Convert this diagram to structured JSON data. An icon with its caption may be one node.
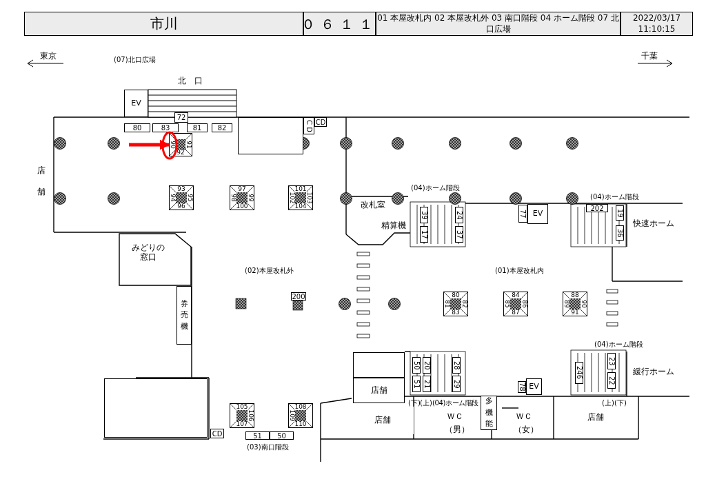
{
  "diagram": {
    "title": "市川",
    "nodes": [
      {
        "text": [
          "EV"
        ]
      },
      {
        "text": [
          "72"
        ]
      },
      {
        "text": [
          "80"
        ]
      },
      {
        "text": [
          "83"
        ]
      },
      {
        "text": [
          "81"
        ]
      },
      {
        "text": [
          "82"
        ]
      },
      {
        "text": [],
        "shape": "box"
      },
      {
        "text": [
          "C D"
        ]
      },
      {
        "text": [
          "CD"
        ]
      },
      {
        "text": [
          "90",
          "91",
          "92"
        ]
      },
      {
        "text": [
          "93",
          "94",
          "95",
          "96"
        ]
      },
      {
        "text": [
          "97",
          "98",
          "99",
          "100"
        ]
      },
      {
        "text": [
          "101",
          "102",
          "103",
          "104"
        ]
      },
      {
        "text": [
          "みどりの窓口"
        ]
      },
      {
        "text": [
          "券売機"
        ]
      },
      {
        "text": [
          "200"
        ]
      },
      {
        "text": [
          "39"
        ]
      },
      {
        "text": [
          "24"
        ]
      },
      {
        "text": [
          "17"
        ]
      },
      {
        "text": [
          "37"
        ]
      },
      {
        "text": [
          "77"
        ]
      },
      {
        "text": [
          "EV"
        ]
      },
      {
        "text": [
          "202"
        ]
      },
      {
        "text": [
          "19"
        ]
      },
      {
        "text": [
          "36"
        ]
      },
      {
        "text": [
          "80",
          "81",
          "82",
          "83"
        ]
      },
      {
        "text": [
          "84",
          "85",
          "86",
          "87"
        ]
      },
      {
        "text": [
          "88",
          "89",
          "90",
          "91"
        ]
      },
      {
        "text": [],
        "shape": "box"
      },
      {
        "text": [
          "店舗"
        ]
      },
      {
        "text": [
          "50"
        ]
      },
      {
        "text": [
          "20"
        ]
      },
      {
        "text": [
          "28"
        ]
      },
      {
        "text": [
          "51"
        ]
      },
      {
        "text": [
          "21"
        ]
      },
      {
        "text": [
          "29"
        ]
      },
      {
        "text": [
          "78"
        ]
      },
      {
        "text": [
          "EV"
        ]
      },
      {
        "text": [
          "246"
        ]
      },
      {
        "text": [
          "23"
        ]
      },
      {
        "text": [
          "22"
        ]
      },
      {
        "text": [
          "多機能"
        ]
      },
      {
        "text": [
          "店舗"
        ]
      },
      {
        "text": [
          "店舗"
        ]
      },
      {
        "text": [],
        "shape": "box"
      },
      {
        "text": [
          "CD"
        ]
      },
      {
        "text": [
          "51"
        ]
      },
      {
        "text": [
          "50"
        ]
      },
      {
        "text": [
          "105",
          "106",
          "107"
        ]
      },
      {
        "text": [
          "108",
          "109",
          "110"
        ]
      }
    ],
    "edges": [
      {
        "from": null,
        "to": 9,
        "arrow": "to",
        "color": "#ff0000"
      }
    ],
    "labels": [
      "０６１１",
      "01 本屋改札内 02 本屋改札外 03 南口階段 04 ホーム階段 07 北口広場",
      "2022/03/17 11:10:15",
      "東京",
      "(07)北口広場",
      "千葉",
      "北 口",
      "店舗",
      "改札室",
      "精算機",
      "(04)ホーム階段",
      "(04)ホーム階段",
      "快速ホーム",
      "(02)本屋改札外",
      "(01)本屋改札内",
      "(04)ホーム階段",
      "緩行ホーム",
      "(下)",
      "(上)",
      "(04)ホーム階段",
      "ＷＣ（男）",
      "ＷＣ（女）",
      "(上)",
      "(下)",
      "(03)南口階段"
    ]
  }
}
